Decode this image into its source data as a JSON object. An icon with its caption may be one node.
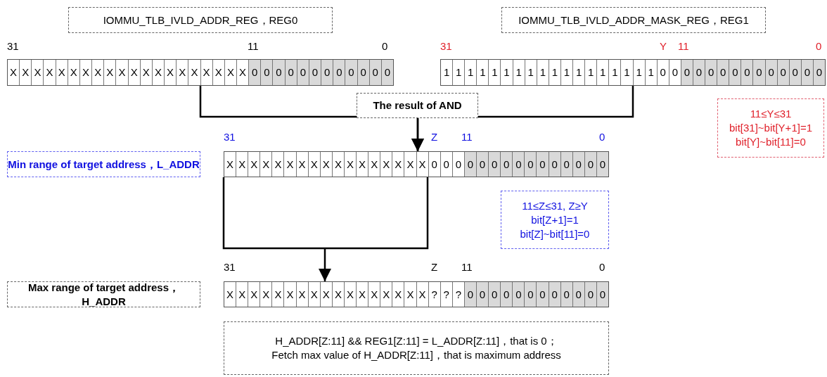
{
  "diagram": {
    "nodes": [
      {
        "text": [
          "IOMMU_TLB_IVLD_ADDR_REG，REG0"
        ]
      },
      {
        "text": [
          "IOMMU_TLB_IVLD_ADDR_MASK_REG，REG1"
        ]
      },
      {
        "text": [
          "X",
          "X",
          "X",
          "X",
          "X",
          "X",
          "X",
          "X",
          "X",
          "X",
          "X",
          "X",
          "X",
          "X",
          "X",
          "X",
          "X",
          "X",
          "X",
          "X",
          "0",
          "0",
          "0",
          "0",
          "0",
          "0",
          "0",
          "0",
          "0",
          "0",
          "0",
          "0"
        ]
      },
      {
        "text": [
          "1",
          "1",
          "1",
          "1",
          "1",
          "1",
          "1",
          "1",
          "1",
          "1",
          "1",
          "1",
          "1",
          "1",
          "1",
          "1",
          "1",
          "1",
          "0",
          "0",
          "0",
          "0",
          "0",
          "0",
          "0",
          "0",
          "0",
          "0",
          "0",
          "0",
          "0",
          "0"
        ]
      },
      {
        "text": [
          "11≤Y≤31 bit[31]~bit[Y+1]=1 bit[Y]~bit[11]=0"
        ]
      },
      {
        "text": [
          "Min range of target address，L_ADDR"
        ]
      },
      {
        "text": [
          "X",
          "X",
          "X",
          "X",
          "X",
          "X",
          "X",
          "X",
          "X",
          "X",
          "X",
          "X",
          "X",
          "X",
          "X",
          "X",
          "X",
          "0",
          "0",
          "0",
          "0",
          "0",
          "0",
          "0",
          "0",
          "0",
          "0",
          "0",
          "0",
          "0",
          "0",
          "0"
        ]
      },
      {
        "text": [
          "11≤Z≤31, Z≥Y bit[Z+1]=1 bit[Z]~bit[11]=0"
        ]
      },
      {
        "text": [
          "Max range of target address，H_ADDR"
        ]
      },
      {
        "text": [
          "X",
          "X",
          "X",
          "X",
          "X",
          "X",
          "X",
          "X",
          "X",
          "X",
          "X",
          "X",
          "X",
          "X",
          "X",
          "X",
          "X",
          "?",
          "?",
          "?",
          "0",
          "0",
          "0",
          "0",
          "0",
          "0",
          "0",
          "0",
          "0",
          "0",
          "0",
          "0"
        ]
      },
      {
        "text": [
          "H_ADDR[Z:11] && REG1[Z:11] = L_ADDR[Z:11]，that is 0；",
          "Fetch max value of H_ADDR[Z:11]，that is maximum address"
        ]
      }
    ],
    "edges": [
      {
        "from": 2,
        "to": 6,
        "arrow": "to",
        "label": "The result of AND"
      },
      {
        "from": 3,
        "to": 6,
        "arrow": "to"
      },
      {
        "from": 6,
        "to": 9,
        "arrow": "to"
      }
    ],
    "labels": [
      "31",
      "11",
      "0",
      "31",
      "Y",
      "11",
      "0",
      "31",
      "Z",
      "11",
      "0",
      "31",
      "Z",
      "11",
      "0"
    ]
  }
}
